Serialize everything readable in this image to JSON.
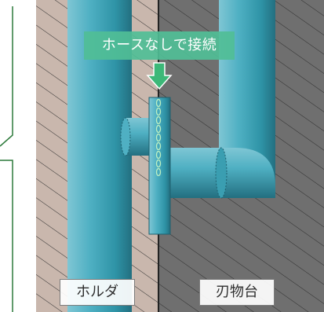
{
  "callout": {
    "text": "ホースなしで接続"
  },
  "labels": {
    "holder": "ホルダ",
    "tool_block": "刃物台"
  },
  "colors": {
    "holder_beige": "#c9b7ad",
    "tool_block_gray": "#6f6f6f",
    "pipe_blue": "#2f93a6",
    "accent_green": "#3cb878",
    "outline_green": "#2a9a4b"
  },
  "icons": {
    "arrow": "down-arrow-icon",
    "passage": "coolant-passage-icon"
  }
}
